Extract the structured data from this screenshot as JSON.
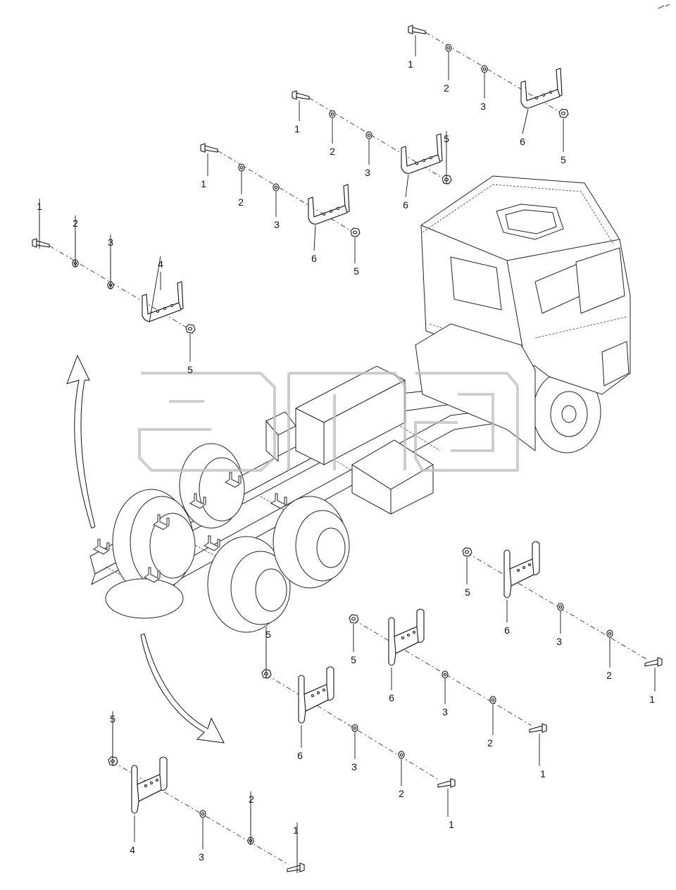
{
  "callouts": {
    "bolt": "1",
    "washer_spring": "2",
    "washer_flat": "3",
    "bracket_type_a": "4",
    "nut": "5",
    "bracket_type_b": "6"
  }
}
